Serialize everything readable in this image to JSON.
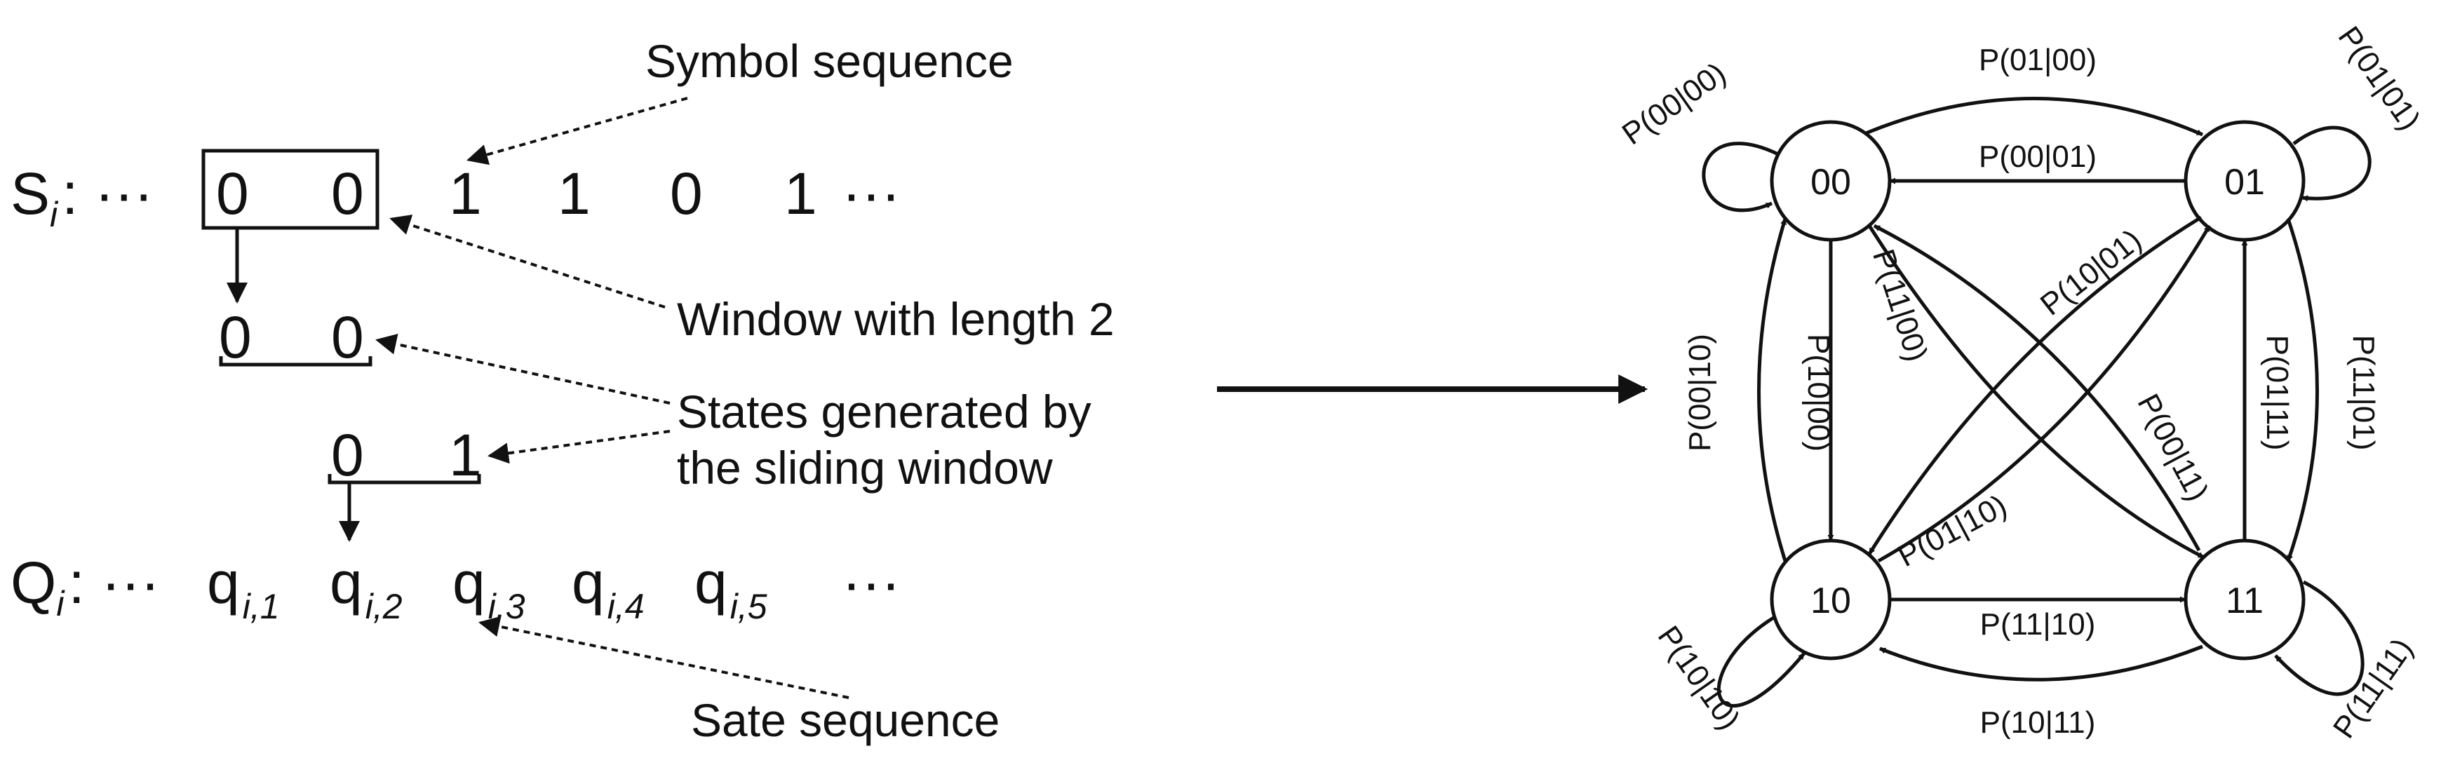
{
  "left": {
    "symbol_prefix": "S",
    "symbol_index": "i",
    "symbol_colon": ": ···",
    "symbols": [
      "0",
      "0",
      "1",
      "1",
      "0",
      "1"
    ],
    "symbol_ellipsis": "···",
    "window_state_1": [
      "0",
      "0"
    ],
    "window_state_2": [
      "0",
      "1"
    ],
    "state_prefix": "Q",
    "state_index": "i",
    "state_colon": ": ···",
    "states": [
      {
        "q": "q",
        "sub": "i,1"
      },
      {
        "q": "q",
        "sub": "i,2"
      },
      {
        "q": "q",
        "sub": "i,3"
      },
      {
        "q": "q",
        "sub": "i,4"
      },
      {
        "q": "q",
        "sub": "i,5"
      }
    ],
    "state_ellipsis": "···",
    "annotations": {
      "symbol_sequence": "Symbol sequence",
      "window_length": "Window with length 2",
      "states_generated_line1": "States generated by",
      "states_generated_line2": "the sliding window",
      "state_sequence": "Sate sequence"
    }
  },
  "graph": {
    "nodes": [
      "00",
      "01",
      "10",
      "11"
    ],
    "edges": {
      "p00_00": "P(00|00)",
      "p01_00": "P(01|00)",
      "p00_01": "P(00|01)",
      "p01_01": "P(01|01)",
      "p10_00": "P(10|00)",
      "p11_00": "P(11|00)",
      "p00_10": "P(00|10)",
      "p10_01": "P(10|01)",
      "p00_11": "P(00|11)",
      "p01_11": "P(01|11)",
      "p11_01": "P(11|01)",
      "p01_10": "P(01|10)",
      "p11_10": "P(11|10)",
      "p10_10": "P(10|10)",
      "p10_11": "P(10|11)",
      "p11_11": "P(11|11)"
    }
  }
}
